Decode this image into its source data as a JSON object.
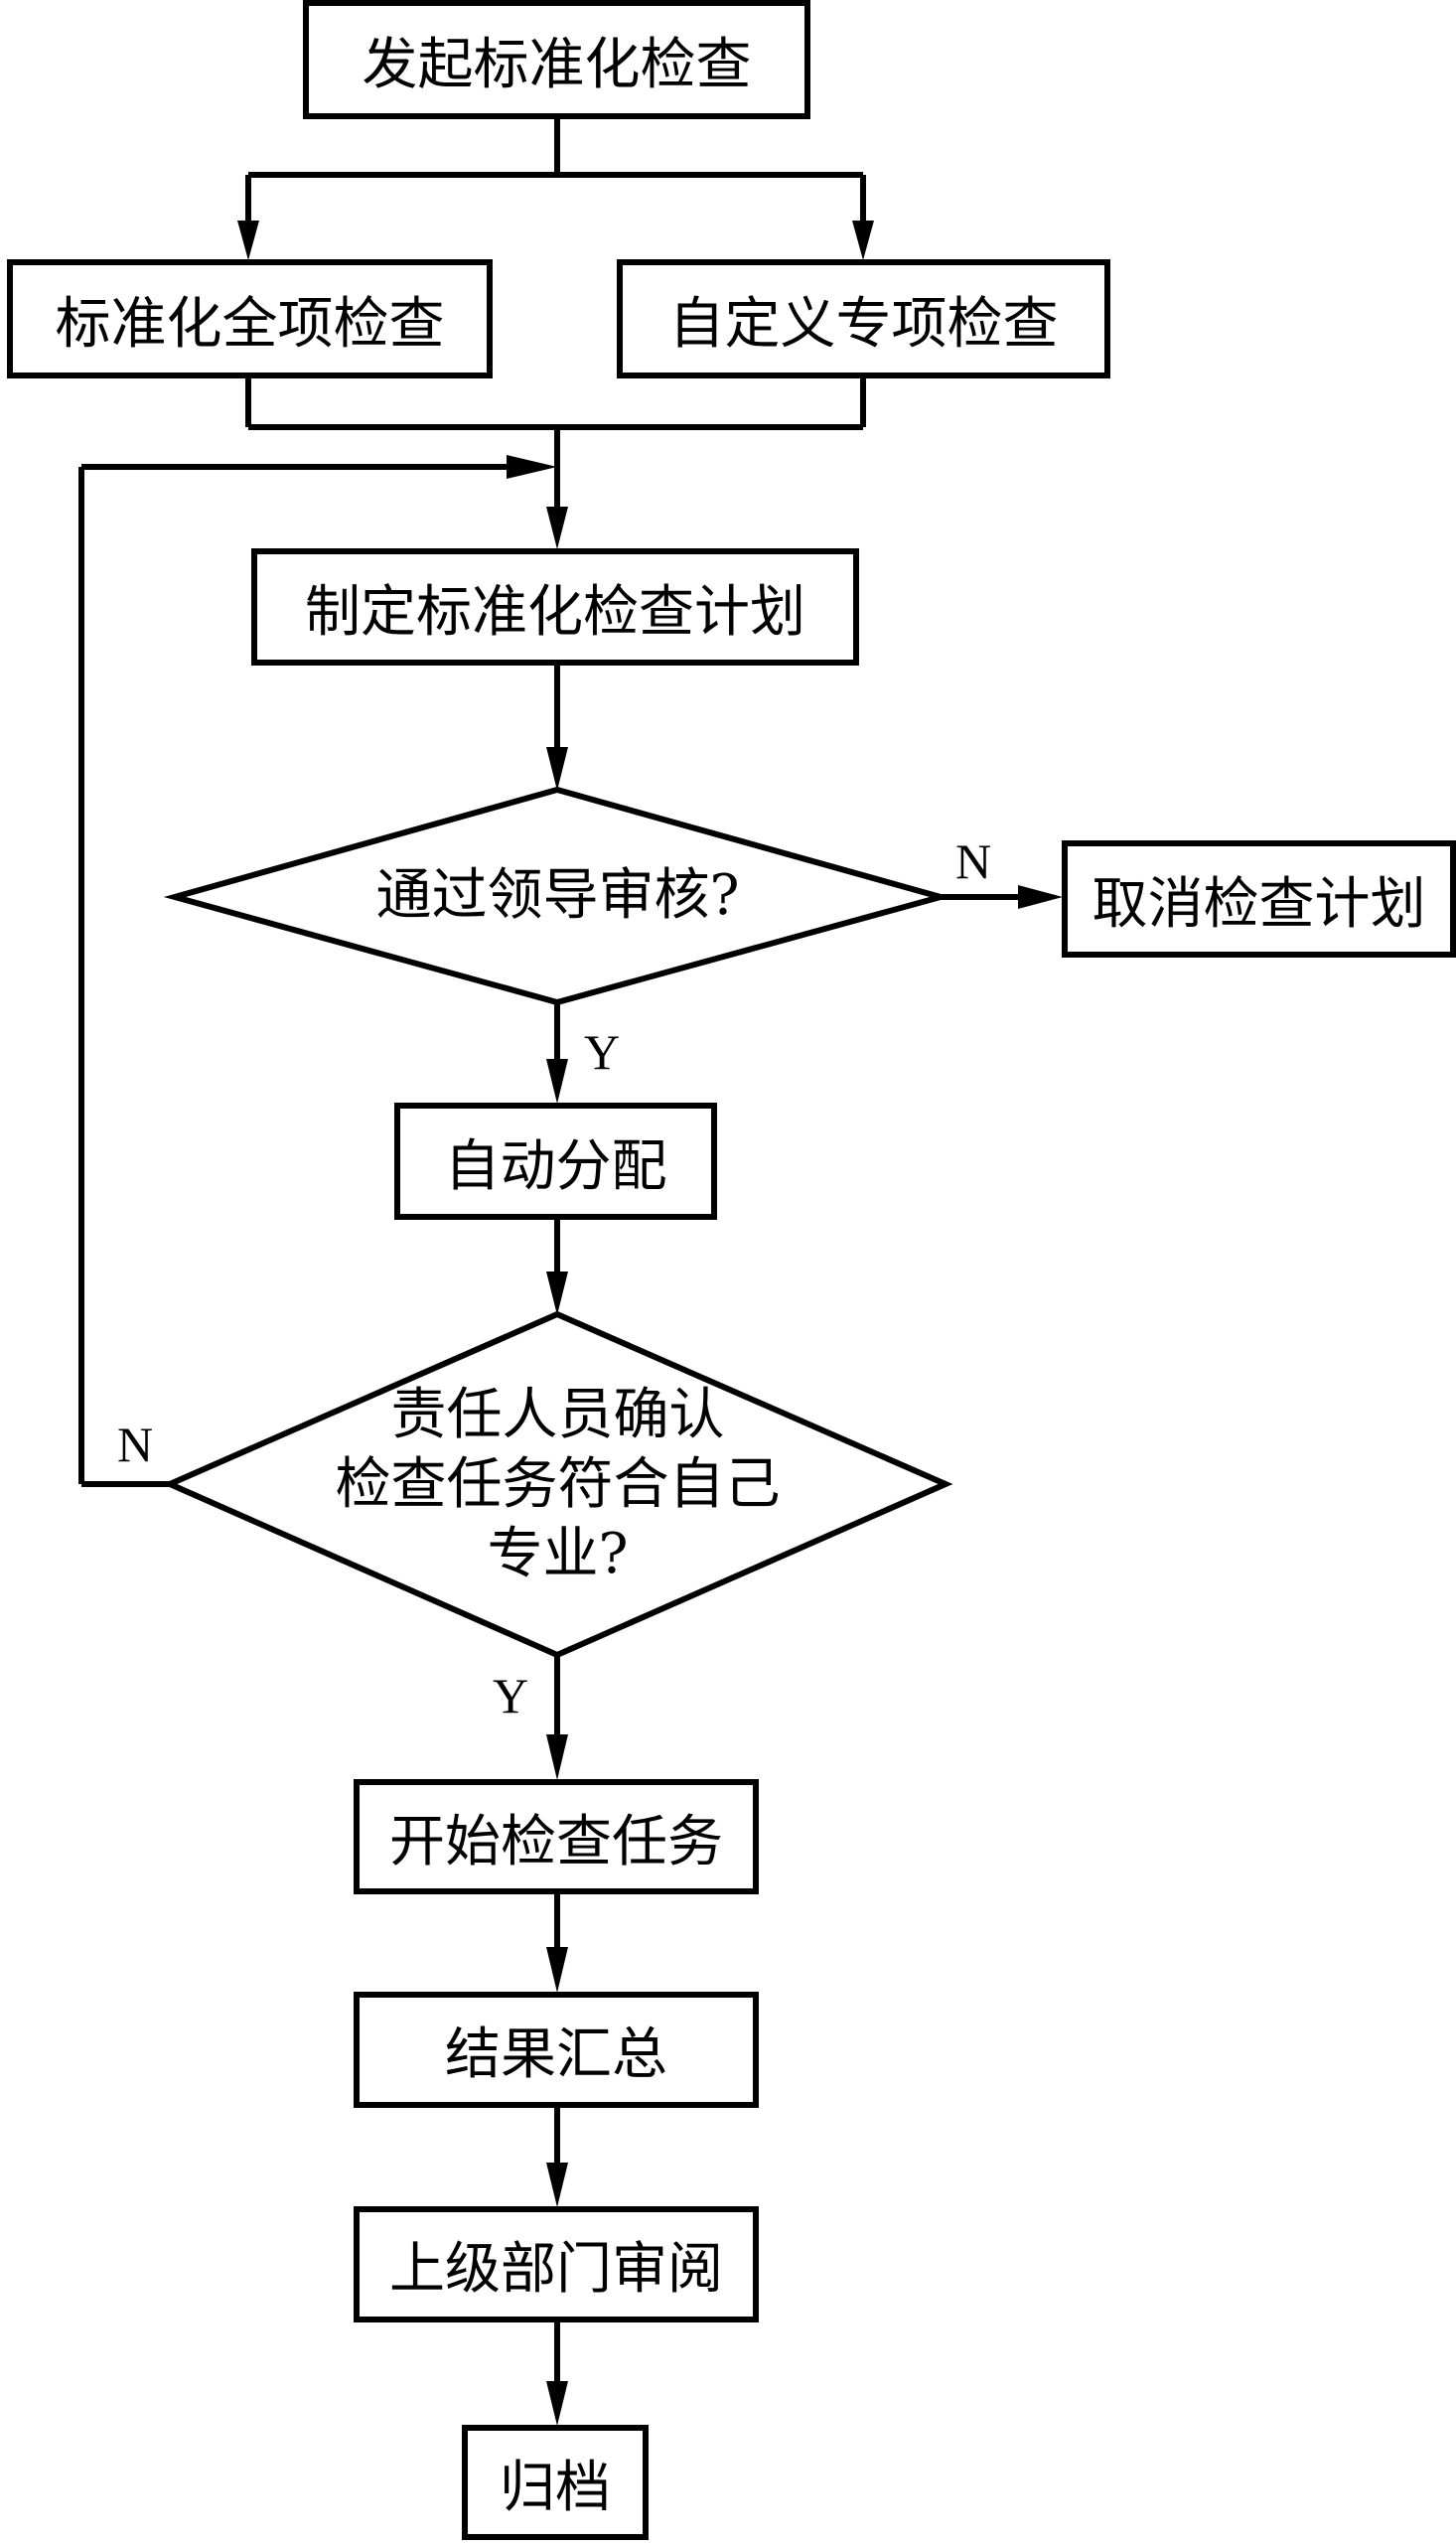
{
  "flowchart": {
    "nodes": {
      "start": "发起标准化检查",
      "full_check": "标准化全项检查",
      "custom_check": "自定义专项检查",
      "make_plan": "制定标准化检查计划",
      "leader_review": "通过领导审核?",
      "cancel_plan": "取消检查计划",
      "auto_assign": "自动分配",
      "confirm_major": "责任人员确认\n检查任务符合自己\n专业?",
      "start_task": "开始检查任务",
      "summary": "结果汇总",
      "superior_review": "上级部门审阅",
      "archive": "归档"
    },
    "labels": {
      "review_no": "N",
      "review_yes": "Y",
      "confirm_no": "N",
      "confirm_yes": "Y"
    },
    "colors": {
      "stroke": "#000000",
      "background": "#ffffff"
    }
  }
}
